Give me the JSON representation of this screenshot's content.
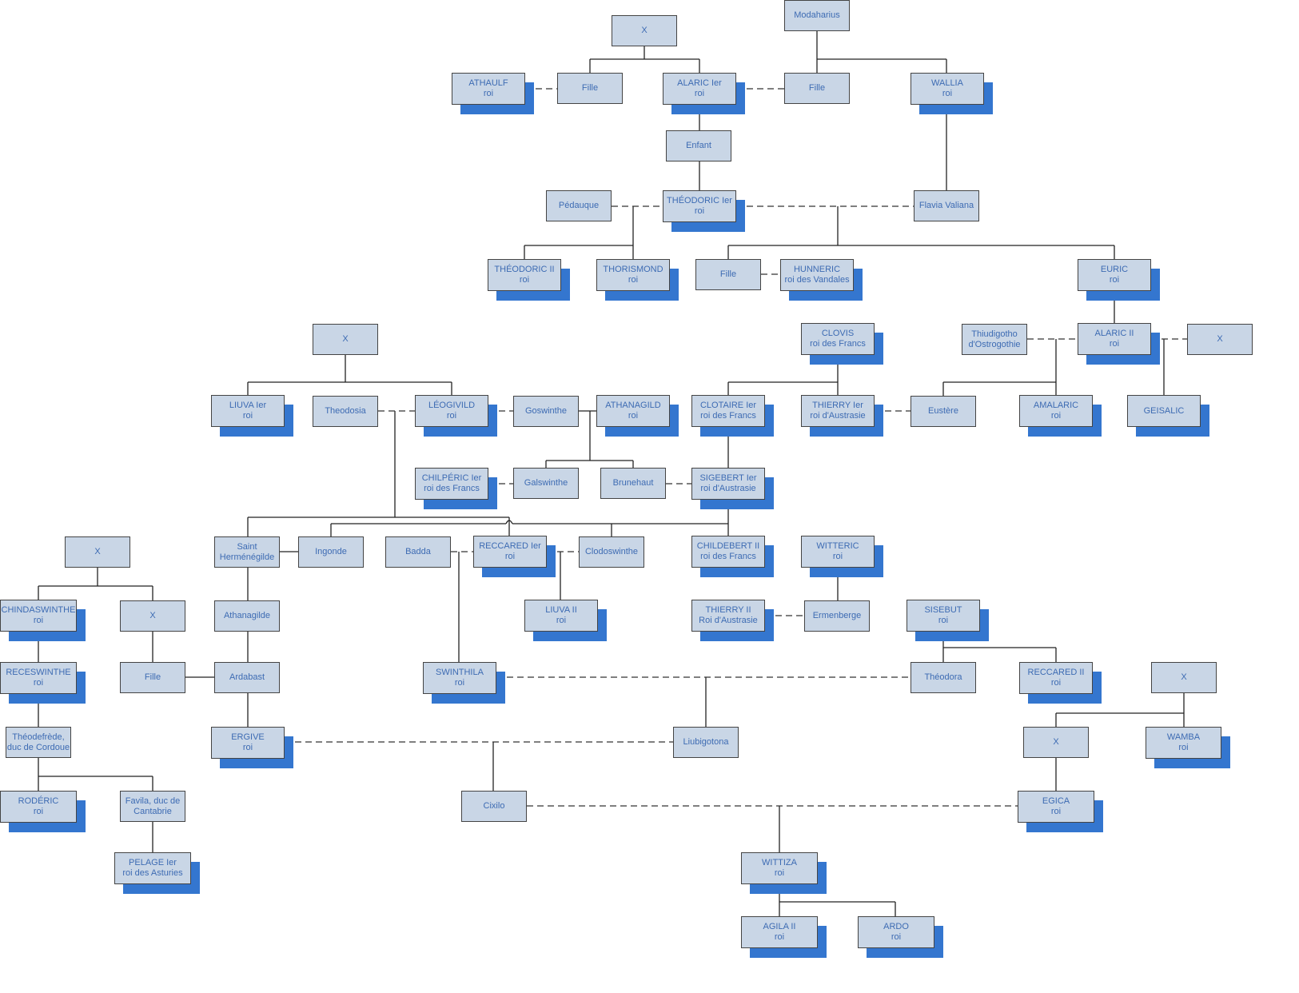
{
  "title": "Arbre généalogique des rois wisigoths",
  "colors": {
    "box_fill": "#c9d6e6",
    "box_text": "#3d6bb3",
    "shadow": "#3476cf",
    "border": "#444444"
  },
  "nodes": [
    {
      "id": "x1",
      "name": "X",
      "sub": ""
    },
    {
      "id": "modaharius",
      "name": "Modaharius",
      "sub": ""
    },
    {
      "id": "athaulf",
      "name": "ATHAULF",
      "sub": "roi"
    },
    {
      "id": "fille1",
      "name": "Fille",
      "sub": ""
    },
    {
      "id": "alaric1",
      "name": "ALARIC Ier",
      "sub": "roi"
    },
    {
      "id": "fille2",
      "name": "Fille",
      "sub": ""
    },
    {
      "id": "wallia",
      "name": "WALLIA",
      "sub": "roi"
    },
    {
      "id": "enfant",
      "name": "Enfant",
      "sub": ""
    },
    {
      "id": "pedauque",
      "name": "Pédauque",
      "sub": ""
    },
    {
      "id": "theodoric1",
      "name": "THÉODORIC Ier",
      "sub": "roi"
    },
    {
      "id": "flavia",
      "name": "Flavia Valiana",
      "sub": ""
    },
    {
      "id": "theodoric2",
      "name": "THÉODORIC II",
      "sub": "roi"
    },
    {
      "id": "thorismond",
      "name": "THORISMOND",
      "sub": "roi"
    },
    {
      "id": "fille3",
      "name": "Fille",
      "sub": ""
    },
    {
      "id": "hunneric",
      "name": "HUNNERIC",
      "sub": "roi des Vandales"
    },
    {
      "id": "euric",
      "name": "EURIC",
      "sub": "roi"
    },
    {
      "id": "x2",
      "name": "X",
      "sub": ""
    },
    {
      "id": "clovis",
      "name": "CLOVIS",
      "sub": "roi des Francs"
    },
    {
      "id": "thiudigotho",
      "name": "Thiudigotho",
      "sub": "d'Ostrogothie"
    },
    {
      "id": "alaric2",
      "name": "ALARIC II",
      "sub": "roi"
    },
    {
      "id": "x3",
      "name": "X",
      "sub": ""
    },
    {
      "id": "liuva1",
      "name": "LIUVA Ier",
      "sub": "roi"
    },
    {
      "id": "theodosia",
      "name": "Theodosia",
      "sub": ""
    },
    {
      "id": "leogivild",
      "name": "LÉOGIVILD",
      "sub": "roi"
    },
    {
      "id": "goswinthe",
      "name": "Goswinthe",
      "sub": ""
    },
    {
      "id": "athanagild",
      "name": "ATHANAGILD",
      "sub": "roi"
    },
    {
      "id": "clotaire1",
      "name": "CLOTAIRE Ier",
      "sub": "roi des Francs"
    },
    {
      "id": "thierry1",
      "name": "THIERRY Ier",
      "sub": "roi d'Austrasie"
    },
    {
      "id": "eustere",
      "name": "Eustère",
      "sub": ""
    },
    {
      "id": "amalaric",
      "name": "AMALARIC",
      "sub": "roi"
    },
    {
      "id": "geisalic",
      "name": "GEISALIC",
      "sub": ""
    },
    {
      "id": "chilperic1",
      "name": "CHILPÉRIC Ier",
      "sub": "roi des Francs"
    },
    {
      "id": "galswinthe",
      "name": "Galswinthe",
      "sub": ""
    },
    {
      "id": "brunehaut",
      "name": "Brunehaut",
      "sub": ""
    },
    {
      "id": "sigebert1",
      "name": "SIGEBERT Ier",
      "sub": "roi d'Austrasie"
    },
    {
      "id": "x4",
      "name": "X",
      "sub": ""
    },
    {
      "id": "hermenegilde",
      "name": "Saint",
      "sub": "Herménégilde"
    },
    {
      "id": "ingonde",
      "name": "Ingonde",
      "sub": ""
    },
    {
      "id": "badda",
      "name": "Badda",
      "sub": ""
    },
    {
      "id": "reccared1",
      "name": "RECCARED Ier",
      "sub": "roi"
    },
    {
      "id": "clodoswinthe",
      "name": "Clodoswinthe",
      "sub": ""
    },
    {
      "id": "childebert2",
      "name": "CHILDEBERT II",
      "sub": "roi des Francs"
    },
    {
      "id": "witteric",
      "name": "WITTERIC",
      "sub": "roi"
    },
    {
      "id": "chindaswinthe",
      "name": "CHINDASWINTHE",
      "sub": "roi"
    },
    {
      "id": "x5",
      "name": "X",
      "sub": ""
    },
    {
      "id": "athanagilde",
      "name": "Athanagilde",
      "sub": ""
    },
    {
      "id": "liuva2",
      "name": "LIUVA II",
      "sub": "roi"
    },
    {
      "id": "thierry2",
      "name": "THIERRY II",
      "sub": "Roi d'Austrasie"
    },
    {
      "id": "ermenberge",
      "name": "Ermenberge",
      "sub": ""
    },
    {
      "id": "sisebut",
      "name": "SISEBUT",
      "sub": "roi"
    },
    {
      "id": "receswinthe",
      "name": "RECESWINTHE",
      "sub": "roi"
    },
    {
      "id": "fille4",
      "name": "Fille",
      "sub": ""
    },
    {
      "id": "ardabast",
      "name": "Ardabast",
      "sub": ""
    },
    {
      "id": "swinthila",
      "name": "SWINTHILA",
      "sub": "roi"
    },
    {
      "id": "theodora",
      "name": "Théodora",
      "sub": ""
    },
    {
      "id": "reccared2",
      "name": "RECCARED II",
      "sub": "roi"
    },
    {
      "id": "x6",
      "name": "X",
      "sub": ""
    },
    {
      "id": "theodefrede",
      "name": "Théodefrède,",
      "sub": "duc de Cordoue"
    },
    {
      "id": "ergive",
      "name": "ERGIVE",
      "sub": "roi"
    },
    {
      "id": "liubigotona",
      "name": "Liubigotona",
      "sub": ""
    },
    {
      "id": "x7",
      "name": "X",
      "sub": ""
    },
    {
      "id": "wamba",
      "name": "WAMBA",
      "sub": "roi"
    },
    {
      "id": "roderic",
      "name": "RODÉRIC",
      "sub": "roi"
    },
    {
      "id": "favila",
      "name": "Favila, duc de",
      "sub": "Cantabrie"
    },
    {
      "id": "cixilo",
      "name": "Cixilo",
      "sub": ""
    },
    {
      "id": "egica",
      "name": "EGICA",
      "sub": "roi"
    },
    {
      "id": "pelage",
      "name": "PELAGE Ier",
      "sub": "roi des Asturies"
    },
    {
      "id": "wittiza",
      "name": "WITTIZA",
      "sub": "roi"
    },
    {
      "id": "agila2",
      "name": "AGILA II",
      "sub": "roi"
    },
    {
      "id": "ardo",
      "name": "ARDO",
      "sub": "roi"
    }
  ]
}
